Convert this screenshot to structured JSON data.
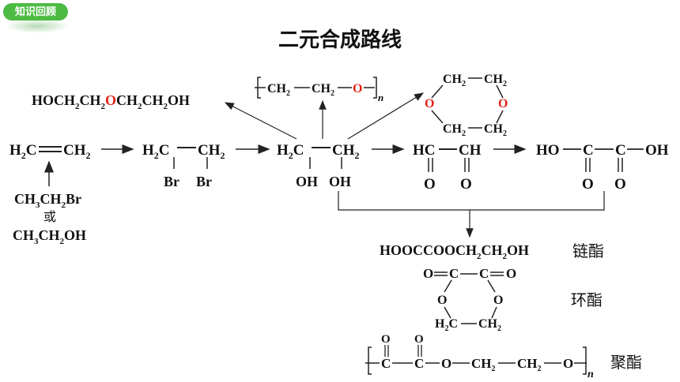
{
  "badge": "知识回顾",
  "title": "二元合成路线",
  "start": {
    "ethylene_left": "H",
    "ethylene_right": "CH",
    "source_1": "CH",
    "source_1_tail": "CH",
    "source_1_end": "Br",
    "or": "或",
    "source_2": "CH",
    "source_2_tail": "CH",
    "source_2_end": "OH"
  },
  "dibromide": {
    "left": "H",
    "right": "CH",
    "br1": "Br",
    "br2": "Br"
  },
  "glycol": {
    "left": "H",
    "right": "CH",
    "oh1": "OH",
    "oh2": "OH"
  },
  "glyoxal": {
    "left": "HC",
    "right": "CH",
    "o1": "O",
    "o2": "O"
  },
  "oxalic": {
    "left": "HO",
    "c1": "C",
    "c2": "C",
    "right": "OH",
    "o1": "O",
    "o2": "O"
  },
  "diethylene": {
    "part1": "HOCH",
    "part2": "CH",
    "o": "O",
    "part3": "CH",
    "part4": "CH",
    "end": "OH"
  },
  "peg": {
    "u1": "CH",
    "u2": "CH",
    "o": "O",
    "n": "n"
  },
  "dioxane": {
    "top": "CH",
    "top2": "CH",
    "bottom": "CH",
    "bottom2": "CH",
    "o1": "O",
    "o2": "O"
  },
  "chain_ester": {
    "formula_a": "HOOCCOOCH",
    "formula_b": "CH",
    "formula_c": "OH",
    "label": "链酯"
  },
  "ring_ester": {
    "o_left": "O",
    "c1": "C",
    "c2": "C",
    "o_right": "O",
    "o_ring1": "O",
    "o_ring2": "O",
    "h2c": "H",
    "ch2": "CH",
    "label": "环酯"
  },
  "poly_ester": {
    "c1": "C",
    "c2": "C",
    "o1": "O",
    "o2": "O",
    "o_link": "O",
    "ch_a": "CH",
    "ch_b": "CH",
    "o_end": "O",
    "n": "n",
    "label": "聚酯"
  }
}
